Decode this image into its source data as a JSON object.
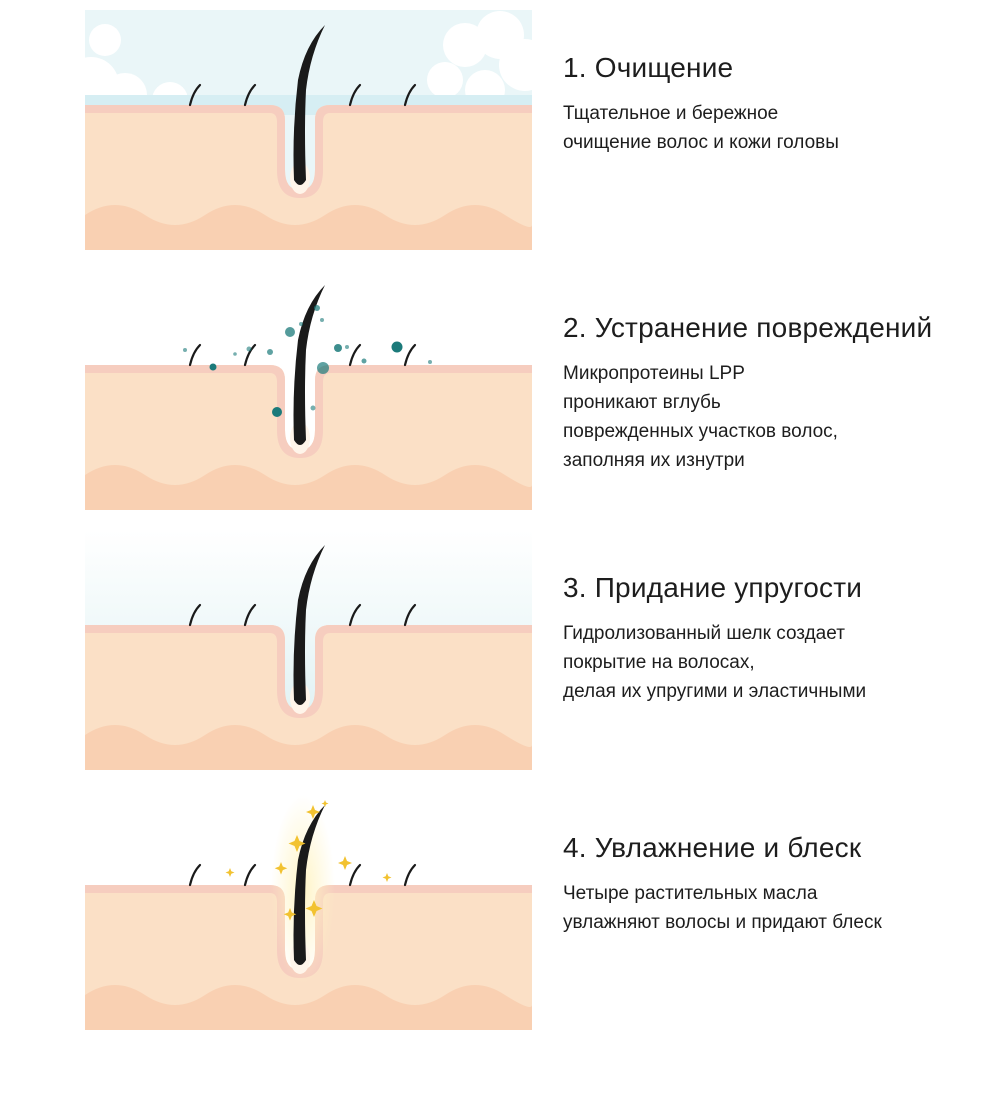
{
  "steps": [
    {
      "title": "1. Очищение",
      "desc": [
        "Тщательное и бережное",
        "очищение волос и кожи головы"
      ],
      "illustration_icon": "hair-cleansing-icon",
      "background_color": "#d6eef3"
    },
    {
      "title": "2. Устранение повреждений",
      "desc": [
        "Микропротеины LPP",
        "проникают вглубь",
        "поврежденных участков волос,",
        "заполняя их изнутри"
      ],
      "illustration_icon": "hair-repair-icon",
      "background_color": "#ffffff"
    },
    {
      "title": "3. Придание упругости",
      "desc": [
        "Гидролизованный шелк создает",
        "покрытие на волосах,",
        "делая их упругими и эластичными"
      ],
      "illustration_icon": "hair-elasticity-icon",
      "background_color": "#ddf0f1"
    },
    {
      "title": "4. Увлажнение и блеск",
      "desc": [
        "Четыре растительных масла",
        "увлажняют волосы и придают блеск"
      ],
      "illustration_icon": "hair-shine-icon",
      "background_color": "#ffffff"
    }
  ],
  "colors": {
    "skin": "#fbe0c6",
    "skin_surface": "#f6cdbf",
    "wave": "#f9d0b2",
    "hair": "#1a1a1a",
    "particles": "#1b7a7a",
    "sparkle": "#f2c230"
  }
}
